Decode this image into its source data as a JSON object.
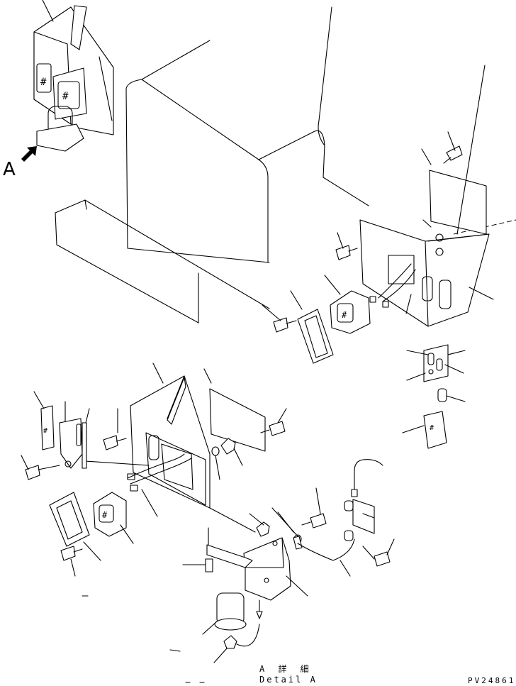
{
  "labels": {
    "view_letter": "A",
    "detail_jp": "A 詳 細",
    "detail_en": "Detail A",
    "drawing_code": "PV24861"
  }
}
